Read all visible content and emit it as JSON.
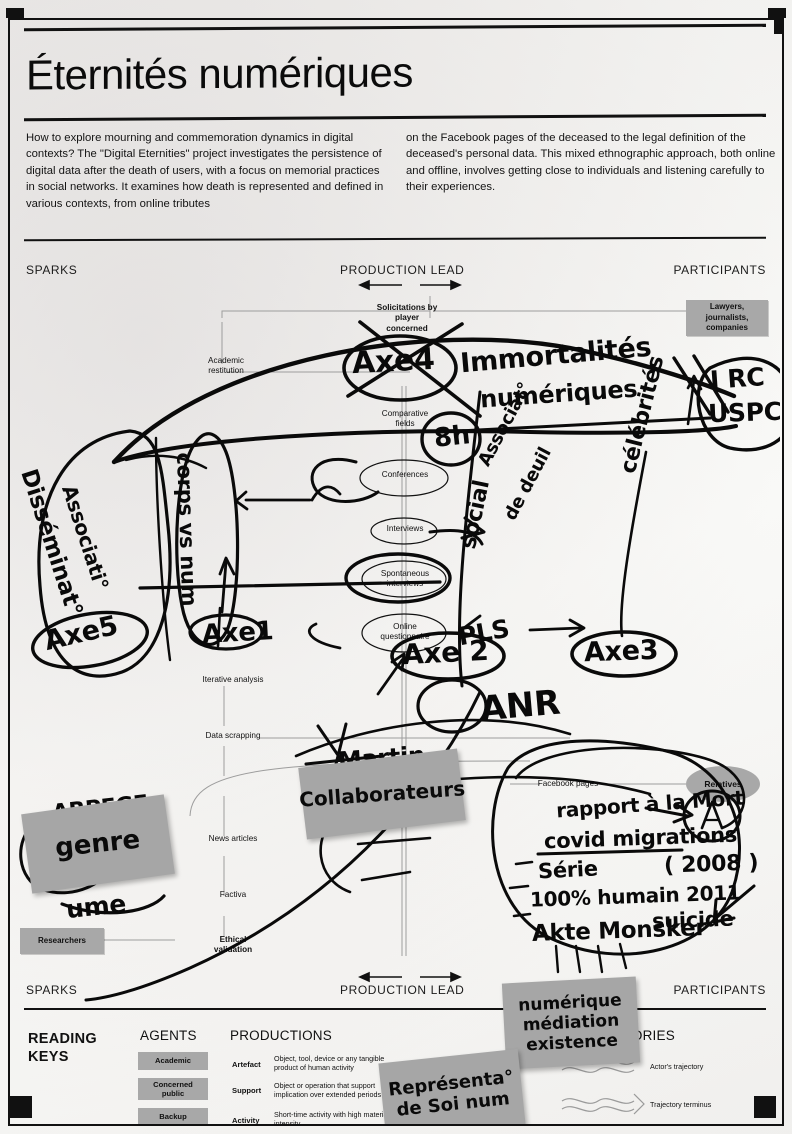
{
  "document": {
    "title": "Éternités numériques",
    "abstract_left": "How to explore mourning and commemoration dynamics in digital contexts? The \"Digital Eternities\" project investigates the persistence of digital data after the death of users, with a focus on memorial practices in social networks. It examines how death is represented and defined in various contexts, from online tributes",
    "abstract_right": "on the Facebook pages of the deceased to the legal definition of the deceased's personal data. This mixed ethnographic approach, both online and offline, involves getting close to individuals and listening carefully to their experiences."
  },
  "band_top": {
    "left": "SPARKS",
    "center": "PRODUCTION LEAD",
    "right": "PARTICIPANTS"
  },
  "band_bottom": {
    "left": "SPARKS",
    "center": "PRODUCTION LEAD",
    "right": "PARTICIPANTS"
  },
  "diagram": {
    "nodes": [
      {
        "id": "solicitations",
        "label": "Solicitations by\nplayer\nconcerned",
        "bold": true
      },
      {
        "id": "academic-restitution",
        "label": "Academic\nrestitution",
        "bold": false
      },
      {
        "id": "comparative-fields",
        "label": "Comparative\nfields",
        "bold": false
      },
      {
        "id": "conferences",
        "label": "Conferences",
        "bold": false
      },
      {
        "id": "interviews",
        "label": "Interviews",
        "bold": false
      },
      {
        "id": "spontaneous-interviews",
        "label": "Spontaneous\ninterviews",
        "bold": false
      },
      {
        "id": "online-questionnaire",
        "label": "Online\nquestionnaire",
        "bold": false
      },
      {
        "id": "iterative-analysis",
        "label": "Iterative analysis",
        "bold": false
      },
      {
        "id": "data-scrapping",
        "label": "Data scrapping",
        "bold": false
      },
      {
        "id": "news-articles",
        "label": "News articles",
        "bold": false
      },
      {
        "id": "factiva",
        "label": "Factiva",
        "bold": false
      },
      {
        "id": "ethical-validation",
        "label": "Ethical\nvalidation",
        "bold": true
      },
      {
        "id": "facebook-pages",
        "label": "Facebook pages",
        "bold": false
      }
    ],
    "agent_boxes": [
      {
        "id": "lawyers",
        "label": "Lawyers,\njournalists,\ncompanies"
      },
      {
        "id": "researchers",
        "label": "Researchers"
      }
    ],
    "agent_ovals": [
      {
        "id": "relatives",
        "label": "Relatives"
      }
    ]
  },
  "annotations": {
    "handwriting": [
      {
        "id": "axe4",
        "text": "Axe4"
      },
      {
        "id": "immortalites",
        "text": "Immortalités"
      },
      {
        "id": "numeriques",
        "text": "numériques"
      },
      {
        "id": "irc-uspc-1",
        "text": "I RC"
      },
      {
        "id": "irc-uspc-2",
        "text": "USPC"
      },
      {
        "id": "huit-heures",
        "text": "8h"
      },
      {
        "id": "dissemination",
        "text": "Disséminat°"
      },
      {
        "id": "association",
        "text": "Associati°"
      },
      {
        "id": "corps-vs-num",
        "text": "corps vs num"
      },
      {
        "id": "axe5",
        "text": "Axe5"
      },
      {
        "id": "axe1",
        "text": "Axe1"
      },
      {
        "id": "association-deuil-1",
        "text": "Associat°"
      },
      {
        "id": "association-deuil-2",
        "text": "de deuil"
      },
      {
        "id": "social",
        "text": "social"
      },
      {
        "id": "pls",
        "text": "PLS"
      },
      {
        "id": "celebrites",
        "text": "célébrités"
      },
      {
        "id": "axe2",
        "text": "Axe 2"
      },
      {
        "id": "axe3",
        "text": "Axe3"
      },
      {
        "id": "anr",
        "text": "ANR"
      },
      {
        "id": "martin",
        "text": "Martin"
      },
      {
        "id": "rapport-mort",
        "text": "rapport à la Mort"
      },
      {
        "id": "covid-migrations",
        "text": "covid migrations"
      },
      {
        "id": "serie",
        "text": "Série"
      },
      {
        "id": "annee-2008",
        "text": "( 2008 )"
      },
      {
        "id": "cent-pourcent-humain",
        "text": "100% humain 2011"
      },
      {
        "id": "akte-monsker",
        "text": "Akte Monsker"
      },
      {
        "id": "suicide",
        "text": "suicide"
      },
      {
        "id": "arpege",
        "text": "ARPEGE"
      },
      {
        "id": "genre",
        "text": "genre"
      },
      {
        "id": "ume",
        "text": "ume"
      }
    ],
    "sticky_notes": [
      {
        "id": "sticky-arpege",
        "lines": [
          "genre"
        ]
      },
      {
        "id": "sticky-collaborateurs",
        "lines": [
          "Collaborateurs"
        ]
      },
      {
        "id": "sticky-numerique",
        "lines": [
          "numérique",
          "médiation",
          "existence"
        ]
      },
      {
        "id": "sticky-representation",
        "lines": [
          "Représenta°",
          "de Soi num"
        ]
      }
    ]
  },
  "legend": {
    "title": "READING\nKEYS",
    "columns": {
      "agents": {
        "header": "AGENTS",
        "items": [
          {
            "label": "Academic"
          },
          {
            "label": "Concerned\npublic"
          },
          {
            "label": "Backup"
          }
        ]
      },
      "productions": {
        "header": "PRODUCTIONS",
        "items": [
          {
            "term": "Artefact",
            "desc": "Object, tool, device or any tangible\nproduct of human activity"
          },
          {
            "term": "Support",
            "desc": "Object or operation that support\nimplication over extended periods of time"
          },
          {
            "term": "Activity",
            "desc": "Short-time activity with high material\nintensity"
          }
        ]
      },
      "trajectories": {
        "header": "TRAJECTORIES",
        "items": [
          {
            "label": "Actor's trajectory"
          },
          {
            "label": "Trajectory terminus"
          }
        ]
      }
    }
  },
  "colors": {
    "ink": "#0a0a0a",
    "grey_box": "#a8a8a8",
    "connector": "#9d9d9d",
    "paper": "#f8f7f6"
  }
}
